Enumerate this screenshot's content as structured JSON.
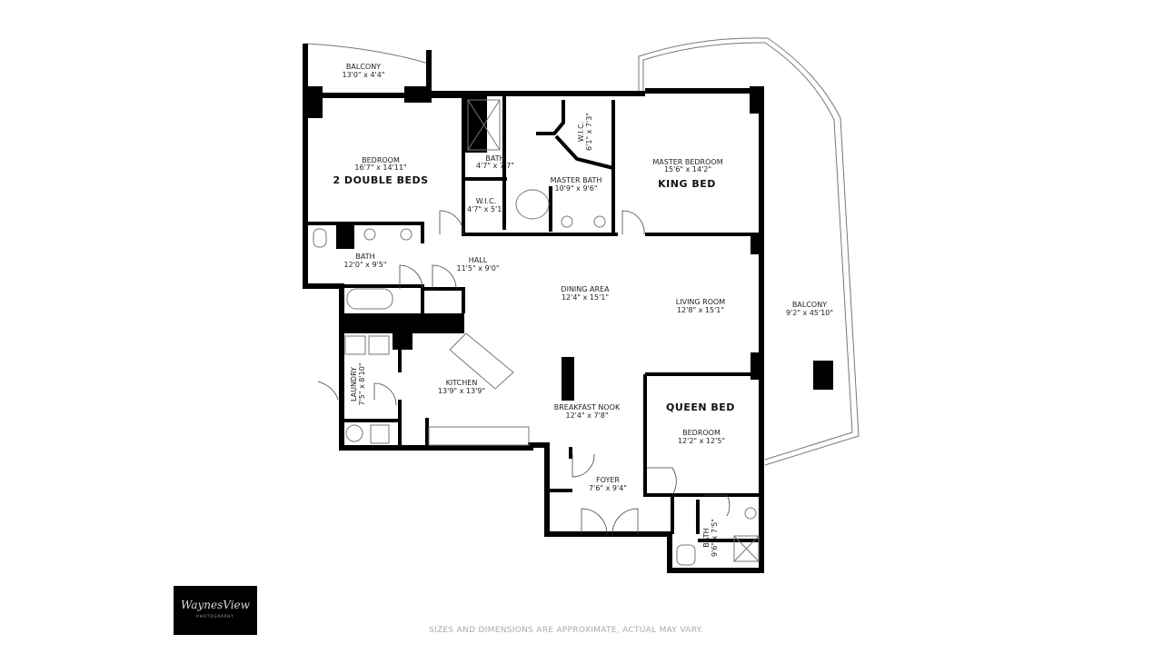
{
  "rooms": {
    "balcony_small": {
      "name": "BALCONY",
      "dims": "13'0\" x 4'4\""
    },
    "bedroom_2": {
      "name": "BEDROOM",
      "dims": "16'7\" x 14'11\"",
      "bed": "2 DOUBLE BEDS"
    },
    "bath_small": {
      "name": "BATH",
      "dims": "4'7\" x 7'7\""
    },
    "wic_small": {
      "name": "W.I.C.",
      "dims": "4'7\" x 5'1\""
    },
    "wic_master": {
      "name": "W.I.C.",
      "dims": "6'1\" x 7'3\""
    },
    "master_bath": {
      "name": "MASTER BATH",
      "dims": "10'9\" x 9'6\""
    },
    "master_bedroom": {
      "name": "MASTER BEDROOM",
      "dims": "15'6\" x 14'2\"",
      "bed": "KING BED"
    },
    "bath_2": {
      "name": "BATH",
      "dims": "12'0\" x 9'5\""
    },
    "hall": {
      "name": "HALL",
      "dims": "11'5\" x 9'0\""
    },
    "dining": {
      "name": "DINING AREA",
      "dims": "12'4\" x 15'1\""
    },
    "living": {
      "name": "LIVING ROOM",
      "dims": "12'8\" x 15'1\""
    },
    "balcony_large": {
      "name": "BALCONY",
      "dims": "9'2\" x 45'10\""
    },
    "laundry": {
      "name": "LAUNDRY",
      "dims": "7'5\" x 8'10\""
    },
    "kitchen": {
      "name": "KITCHEN",
      "dims": "13'9\" x 13'9\""
    },
    "nook": {
      "name": "BREAKFAST NOOK",
      "dims": "12'4\" x 7'8\""
    },
    "bedroom_3": {
      "name": "BEDROOM",
      "dims": "12'2\" x 12'5\"",
      "bed": "QUEEN BED"
    },
    "foyer": {
      "name": "FOYER",
      "dims": "7'6\" x 9'4\""
    },
    "bath_3": {
      "name": "BATH",
      "dims": "9'6\" x 7'5\""
    }
  },
  "logo": {
    "text": "WaynesView",
    "sub": "PHOTOGRAPHY"
  },
  "disclaimer": "SIZES AND DIMENSIONS ARE APPROXIMATE, ACTUAL MAY VARY."
}
